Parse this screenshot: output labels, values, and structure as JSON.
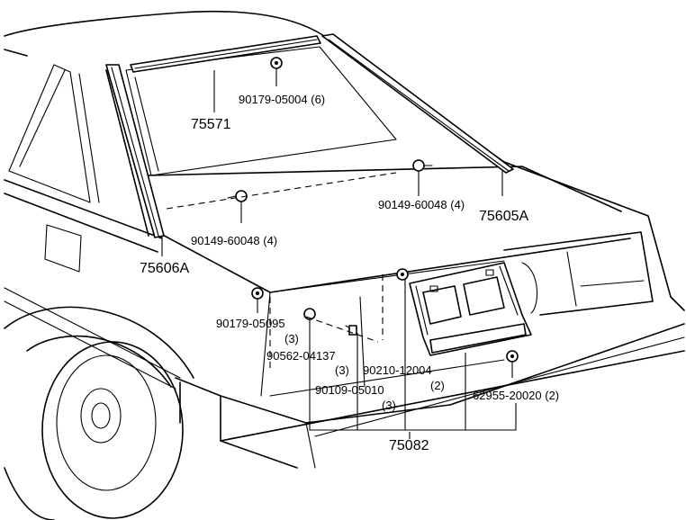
{
  "labels": {
    "p75571": "75571",
    "p90179_05004": "90179-05004 (6)",
    "p90149_60048_right": "90149-60048 (4)",
    "p75605A": "75605A",
    "p90149_60048_left": "90149-60048 (4)",
    "p75606A": "75606A",
    "p90179_05095": "90179-05095",
    "p90179_05095_qty": "(3)",
    "p90562_04137": "90562-04137",
    "p90562_04137_qty": "(3)",
    "p90210_12004": "90210-12004",
    "p90210_12004_qty": "(2)",
    "p90109_05010": "90109-05010",
    "p90109_05010_qty": "(3)",
    "p62955_20020": "62955-20020 (2)",
    "p75082": "75082"
  }
}
